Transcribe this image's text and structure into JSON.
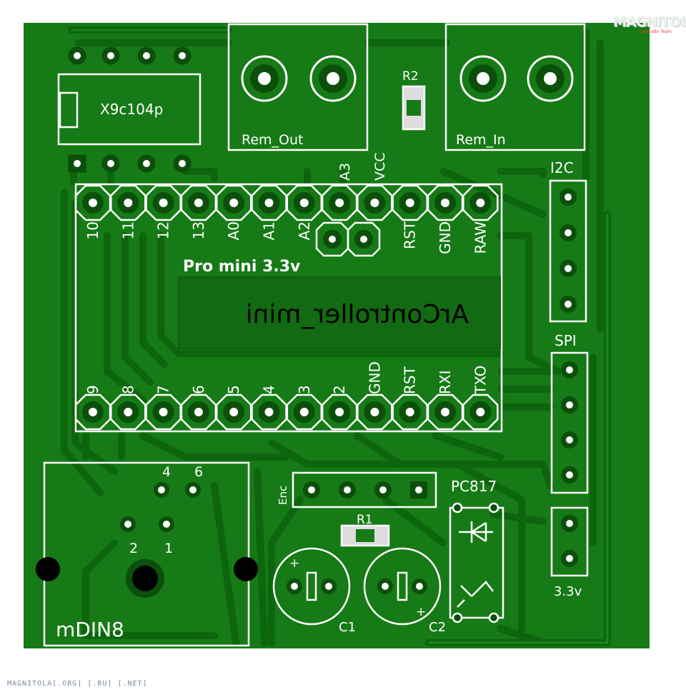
{
  "logo": {
    "text": "MAGNITOLA",
    "subtext": "CarAudio Team"
  },
  "footer": "MAGNITOLA[.ORG] [.RU] [.NET]",
  "components": {
    "pot_chip": "X9c104p",
    "rem_out": "Rem_Out",
    "rem_in": "Rem_In",
    "r2": "R2",
    "r1": "R1",
    "i2c": "I2C",
    "spi": "SPI",
    "v33": "3.3v",
    "enc": "Enc",
    "opto": "PC817",
    "c1": "C1",
    "c2": "C2",
    "c_plus": "+",
    "mdin": "mDIN8",
    "mdin_pins": [
      "4",
      "6",
      "2",
      "1"
    ],
    "board_mirror_text": "ArController_mini",
    "module_label": "Pro mini 3.3v",
    "top_extra": [
      "A3",
      "VCC"
    ],
    "top_pins": [
      "10",
      "11",
      "12",
      "13",
      "A0",
      "A1",
      "A2",
      "",
      "",
      "RST",
      "GND",
      "RAW"
    ],
    "bottom_pins": [
      "9",
      "8",
      "7",
      "6",
      "5",
      "4",
      "3",
      "2",
      "GND",
      "RST",
      "RXI",
      "TXO"
    ]
  },
  "colors": {
    "board": "#167a16",
    "trace": "#0e6a0e",
    "pad": "#0b4f0b",
    "silk": "#ffffff"
  }
}
